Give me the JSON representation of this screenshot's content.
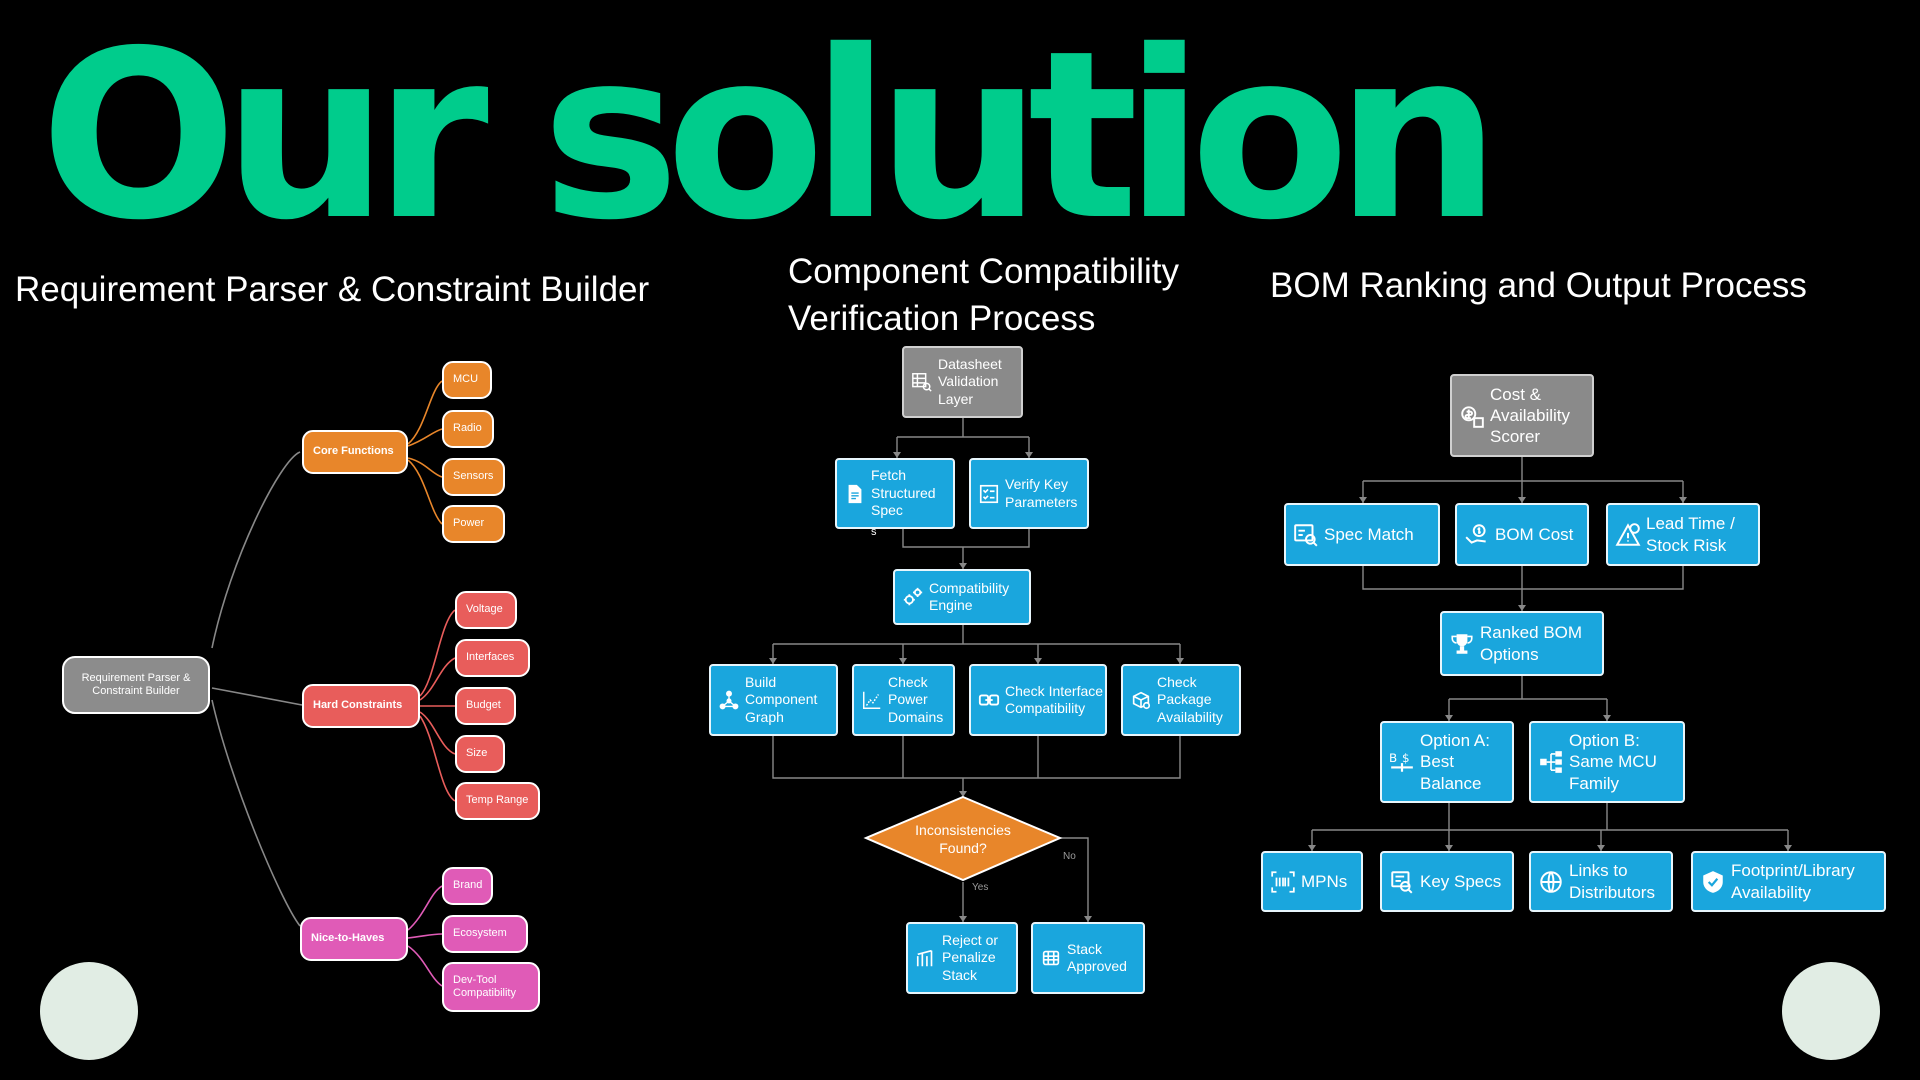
{
  "title": "Our solution",
  "sections": {
    "left": "Requirement Parser & Constraint Builder",
    "middle_line1": "Component Compatibility",
    "middle_line2": "Verification Process",
    "right": "BOM Ranking and Output Process"
  },
  "mindmap": {
    "root": "Requirement Parser & Constraint Builder",
    "core": {
      "label": "Core Functions",
      "items": [
        "MCU",
        "Radio",
        "Sensors",
        "Power"
      ]
    },
    "hard": {
      "label": "Hard Constraints",
      "items": [
        "Voltage",
        "Interfaces",
        "Budget",
        "Size",
        "Temp Range"
      ]
    },
    "nice": {
      "label": "Nice-to-Haves",
      "items": [
        "Brand",
        "Ecosystem",
        "Dev-Tool Compatibility"
      ]
    }
  },
  "verification": {
    "datasheet": "Datasheet Validation Layer",
    "fetch": "Fetch Structured Spec",
    "fetch_overflow": "s",
    "verify": "Verify Key Parameters",
    "engine": "Compatibility Engine",
    "build": "Build Component Graph",
    "power": "Check Power Domains",
    "interface": "Check Interface Compatibility",
    "package": "Check Package Availability",
    "decision": "Inconsistencies Found?",
    "yes": "Yes",
    "no": "No",
    "reject": "Reject or Penalize Stack",
    "approved": "Stack Approved"
  },
  "ranking": {
    "scorer": "Cost & Availability Scorer",
    "spec_match": "Spec Match",
    "bom_cost": "BOM Cost",
    "lead_time": "Lead Time / Stock Risk",
    "ranked": "Ranked BOM Options",
    "option_a": "Option A: Best Balance",
    "option_b": "Option B: Same MCU Family",
    "mpns": "MPNs",
    "key_specs": "Key Specs",
    "links": "Links to Distributors",
    "footprint": "Footprint/Library Availability"
  },
  "colors": {
    "title": "#00cc8c",
    "core": "#e8862a",
    "hard": "#e85d5b",
    "nice": "#e05bb7",
    "process": "#1aa6dd",
    "decision": "#e8862a",
    "gray": "#8c8c8c"
  },
  "icons": [
    "table-search-icon",
    "document-icon",
    "checklist-icon",
    "gears-icon",
    "network-icon",
    "chart-icon",
    "link-icon",
    "package-icon",
    "reject-icon",
    "stack-icon",
    "money-icon",
    "spec-icon",
    "cost-icon",
    "warning-icon",
    "trophy-icon",
    "balance-icon",
    "hierarchy-icon",
    "barcode-icon",
    "search-doc-icon",
    "globe-icon",
    "shield-icon"
  ]
}
